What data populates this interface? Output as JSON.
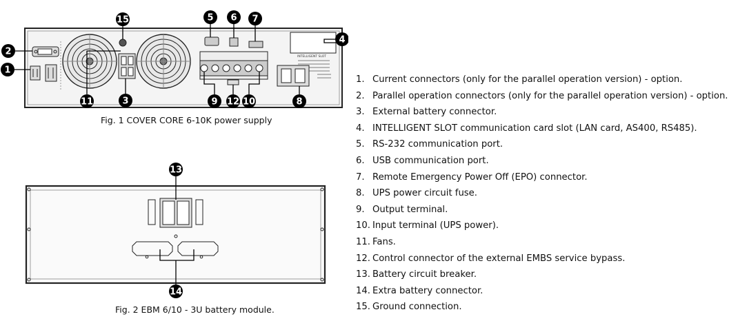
{
  "figures": {
    "fig1": {
      "caption": "Fig. 1 COVER CORE 6-10K power supply",
      "slot_label": "INTELLIGENT SLOT"
    },
    "fig2": {
      "caption": "Fig. 2 EBM 6/10 - 3U battery module."
    }
  },
  "callouts": [
    "1",
    "2",
    "3",
    "4",
    "5",
    "6",
    "7",
    "8",
    "9",
    "10",
    "11",
    "12",
    "13",
    "14",
    "15"
  ],
  "legend": [
    {
      "num": "1.",
      "text": "Current connectors (only for the parallel operation version) - option."
    },
    {
      "num": "2.",
      "text": "Parallel operation connectors (only for the parallel operation version) - option."
    },
    {
      "num": "3.",
      "text": "External battery connector."
    },
    {
      "num": "4.",
      "text": "INTELLIGENT SLOT communication card slot (LAN card, AS400, RS485)."
    },
    {
      "num": "5.",
      "text": "RS-232 communication port."
    },
    {
      "num": "6.",
      "text": "USB communication port."
    },
    {
      "num": "7.",
      "text": "Remote Emergency Power Off (EPO) connector."
    },
    {
      "num": "8.",
      "text": "UPS power circuit fuse."
    },
    {
      "num": "9.",
      "text": "Output terminal."
    },
    {
      "num": "10.",
      "text": "Input terminal (UPS power)."
    },
    {
      "num": "11.",
      "text": "Fans."
    },
    {
      "num": "12.",
      "text": "Control connector of the external EMBS service bypass."
    },
    {
      "num": "13.",
      "text": "Battery circuit breaker."
    },
    {
      "num": "14.",
      "text": "Extra battery connector."
    },
    {
      "num": "15.",
      "text": "Ground connection."
    }
  ]
}
